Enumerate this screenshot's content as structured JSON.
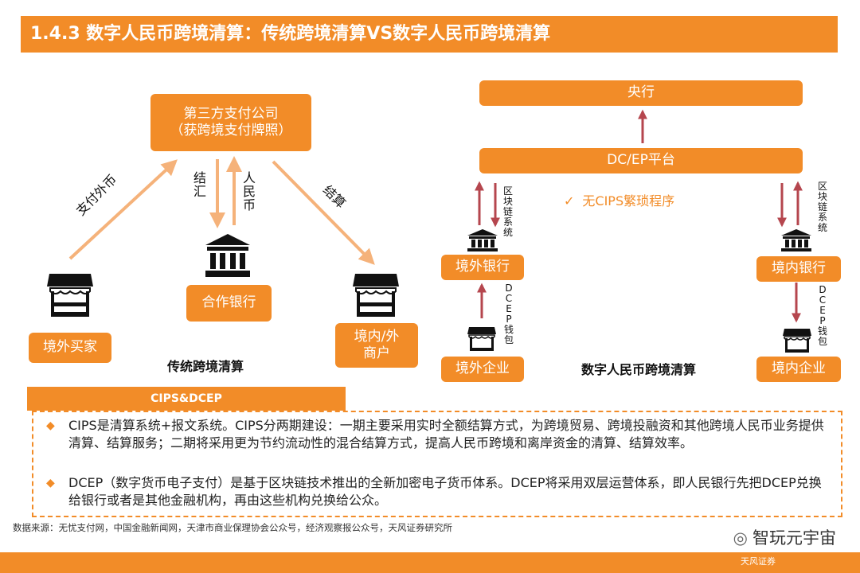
{
  "title": "1.4.3 数字人民币跨境清算：传统跨境清算VS数字人民币跨境清算",
  "traditional": {
    "third_party": [
      "第三方支付公司",
      "（获跨境支付牌照）"
    ],
    "coop_bank": "合作银行",
    "foreign_buyer": "境外买家",
    "merchant": [
      "境内/外",
      "商户"
    ],
    "label_pay_foreign": "支付外币",
    "label_settle_fx": "结汇",
    "label_rmb": "人民币",
    "label_settlement": "结算",
    "caption": "传统跨境清算"
  },
  "digital": {
    "central_bank": "央行",
    "dcep_platform": "DC/EP平台",
    "no_cips": "无CIPS繁琐程序",
    "check_icon": "check-icon",
    "blockchain_left": "区块链系统",
    "blockchain_right": "区块链系统",
    "foreign_bank": "境外银行",
    "domestic_bank": "境内银行",
    "dcep_wallet_left": "DCEP钱包",
    "dcep_wallet_right": "DCEP钱包",
    "foreign_company": "境外企业",
    "domestic_company": "境内企业",
    "caption": "数字人民币跨境清算"
  },
  "cips": {
    "header": "CIPS&DCEP",
    "p1": "CIPS是清算系统+报文系统。CIPS分两期建设：一期主要采用实时全额结算方式，为跨境贸易、跨境投融资和其他跨境人民币业务提供清算、结算服务；二期将采用更为节约流动性的混合结算方式，提高人民币跨境和离岸资金的清算、结算效率。",
    "p2": "DCEP（数字货币电子支付）是基于区块链技术推出的全新加密电子货币体系。DCEP将采用双层运营体系，即人民银行先把DCEP兑换给银行或者是其他金融机构，再由这些机构兑换给公众。"
  },
  "source": "数据来源：无忧支付网，中国金融新闻网，天津市商业保理协会公众号，经济观察报公众号，天风证券研究所",
  "brand": "智玩元宇宙",
  "footer_brand": "天风证券",
  "colors": {
    "accent": "#f28c28",
    "arrow_dark": "#b5464e",
    "arrow_light": "#f5b27a"
  }
}
